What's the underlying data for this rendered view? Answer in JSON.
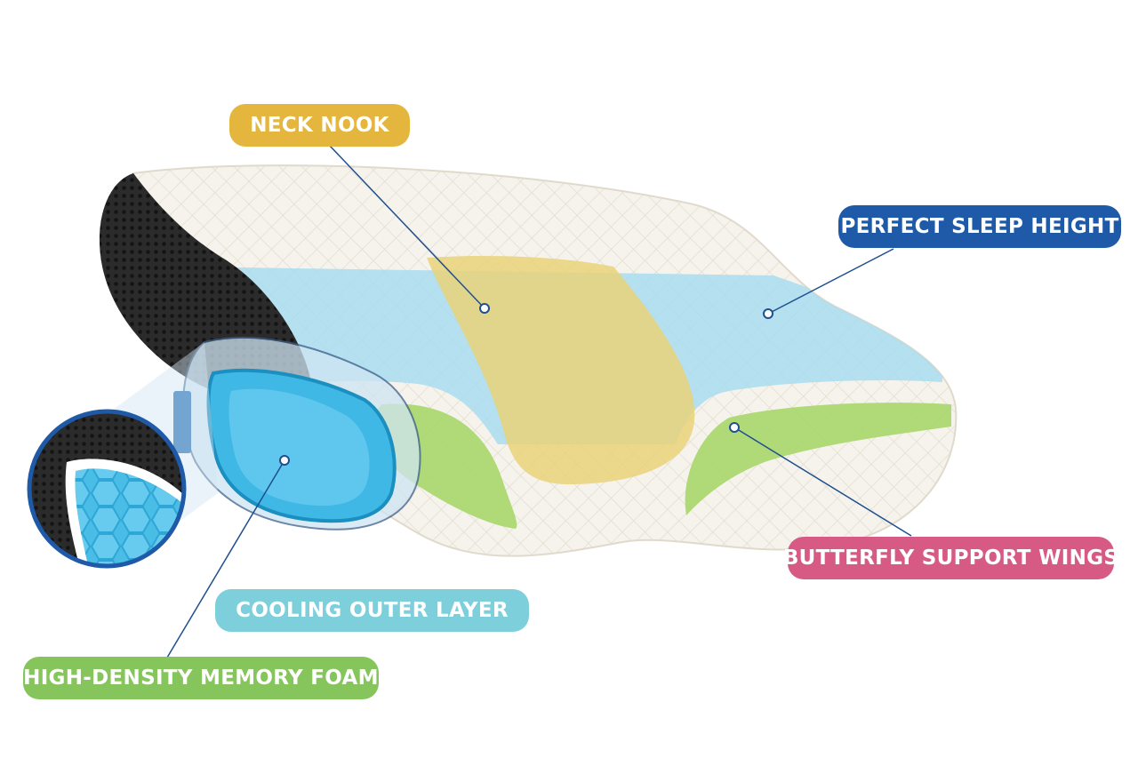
{
  "labels": {
    "neck_nook": "NECK NOOK",
    "perfect_sleep_height": "PERFECT SLEEP HEIGHT",
    "butterfly_support_wings": "BUTTERFLY SUPPORT WINGS",
    "cooling_outer_layer": "COOLING OUTER LAYER",
    "high_density_memory_foam": "HIGH-DENSITY MEMORY FOAM"
  },
  "colors": {
    "neck_nook": "#e4b63e",
    "perfect_sleep_height": "#1f5aa8",
    "butterfly_support_wings": "#d65a84",
    "cooling_outer_layer": "#7dcfdb",
    "high_density_memory_foam": "#86c55c",
    "pillow_cover": "#f6f3ec",
    "mesh_side": "#2b2b2b",
    "height_band": "#a8dcf0",
    "neck_zone": "#e9d27a",
    "wing_zone": "#a9d66a",
    "cooling_gel": "#3fb8e6"
  }
}
